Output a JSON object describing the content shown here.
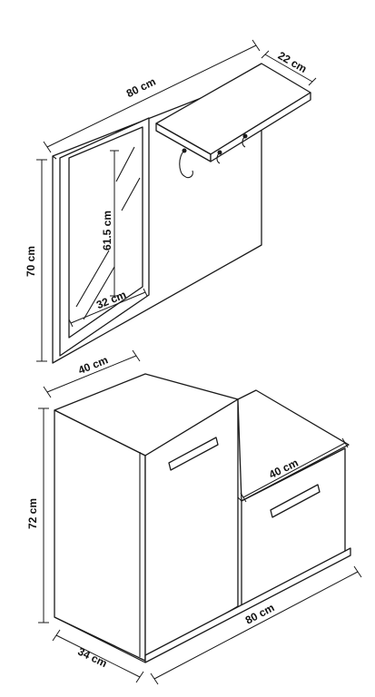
{
  "diagram": {
    "wall_unit": {
      "width_label": "80 cm",
      "shelf_depth_label": "22 cm",
      "height_label": "70 cm",
      "mirror_height_label": "61.5 cm",
      "mirror_width_label": "32 cm"
    },
    "cabinet": {
      "left_width_label": "40 cm",
      "height_label": "72 cm",
      "drawer_width_label": "40 cm",
      "total_width_label": "80 cm",
      "depth_label": "34 cm"
    }
  }
}
